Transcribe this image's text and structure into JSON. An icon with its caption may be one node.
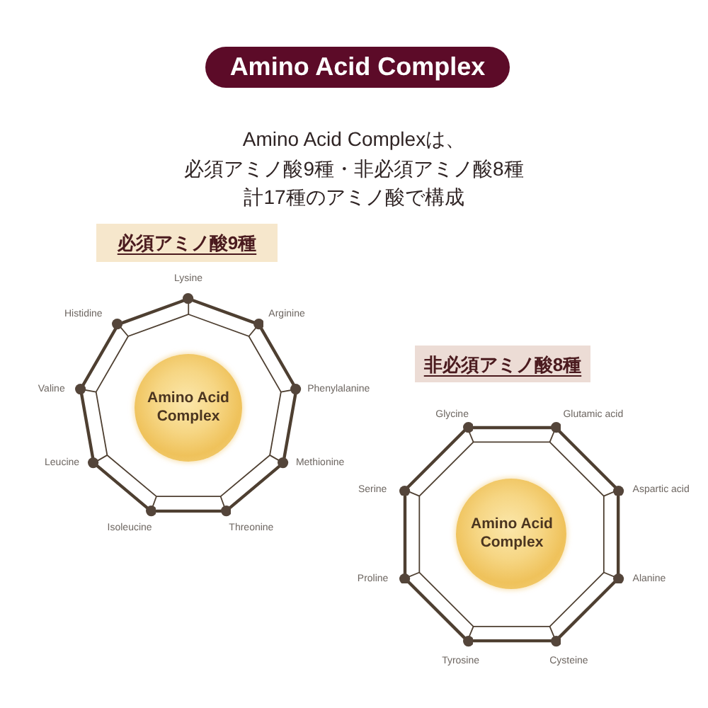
{
  "diagram": {
    "title": "Amino Acid Complex",
    "nodes": [
      {
        "text": [
          "必須アミノ酸9種"
        ]
      },
      {
        "text": [],
        "shape": "nonagon",
        "beside": [
          "Lysine",
          "Arginine",
          "Phenylalanine",
          "Methionine",
          "Threonine",
          "Isoleucine",
          "Leucine",
          "Valine",
          "Histidine"
        ]
      },
      {
        "text": [
          "Amino Acid Complex"
        ],
        "in": 1
      },
      {
        "text": [
          "非必須アミノ酸8種"
        ]
      },
      {
        "text": [],
        "shape": "octagon",
        "beside": [
          "Glycine",
          "Glutamic acid",
          "Aspartic acid",
          "Alanine",
          "Cysteine",
          "Tyrosine",
          "Proline",
          "Serine"
        ]
      },
      {
        "text": [
          "Amino Acid Complex"
        ],
        "in": 4
      }
    ],
    "labels": [
      "Amino Acid Complexは、必須アミノ酸9種・非必須アミノ酸8種計17種のアミノ酸で構成"
    ]
  }
}
